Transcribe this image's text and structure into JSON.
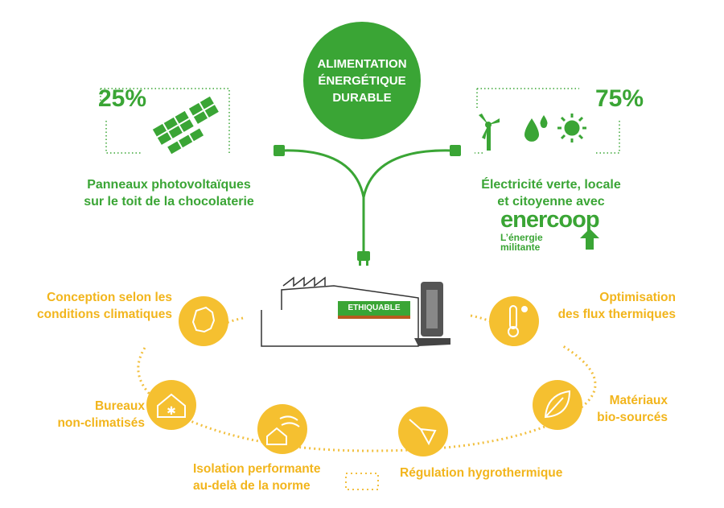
{
  "title": {
    "line1": "ALIMENTATION",
    "line2": "ÉNERGÉTIQUE",
    "line3": "DURABLE"
  },
  "solar": {
    "percent": "25%",
    "label_line1": "Panneaux photovoltaïques",
    "label_line2": "sur le toit de la chocolaterie"
  },
  "green_power": {
    "percent": "75%",
    "label_line1": "Électricité verte, locale",
    "label_line2": "et citoyenne avec",
    "logo_name": "enercoop",
    "logo_tagline_1": "L’énergie",
    "logo_tagline_2": "militante"
  },
  "building": {
    "brand": "ETHIQUABLE"
  },
  "features": [
    {
      "line1": "Conception selon les",
      "line2": "conditions climatiques",
      "icon": "france-map-icon"
    },
    {
      "line1": "Optimisation",
      "line2": "des flux thermiques",
      "icon": "thermometer-icon"
    },
    {
      "line1": "Bureaux",
      "line2": "non-climatisés",
      "icon": "house-snow-icon"
    },
    {
      "line1": "Matériaux",
      "line2": "bio-sourcés",
      "icon": "leaf-icon"
    },
    {
      "line1": "Isolation performante",
      "line2": "au-delà de la norme",
      "icon": "insulation-icon"
    },
    {
      "line1": "Régulation hygrothermique",
      "line2": "",
      "icon": "trowel-icon"
    }
  ],
  "colors": {
    "green": "#3aa535",
    "yellow": "#f2b51c",
    "brand_brown": "#b85a1e"
  }
}
